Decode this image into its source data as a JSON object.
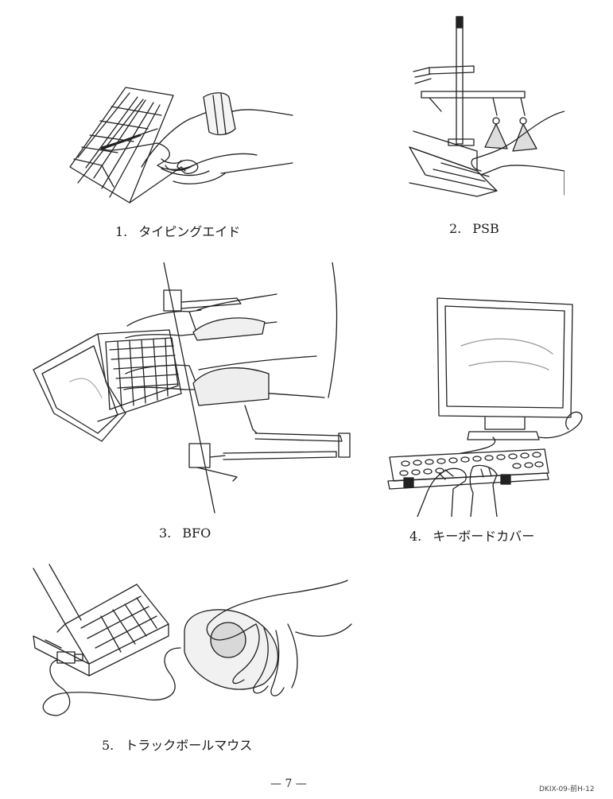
{
  "figures": [
    {
      "number": "1.",
      "label": "タイピングエイド"
    },
    {
      "number": "2.",
      "label": "PSB"
    },
    {
      "number": "3.",
      "label": "BFO"
    },
    {
      "number": "4.",
      "label": "キーボードカバー"
    },
    {
      "number": "5.",
      "label": "トラックボールマウス"
    }
  ],
  "footer": {
    "page_number": "— 7 —",
    "doc_code": "DKIX-09-前H-12"
  }
}
